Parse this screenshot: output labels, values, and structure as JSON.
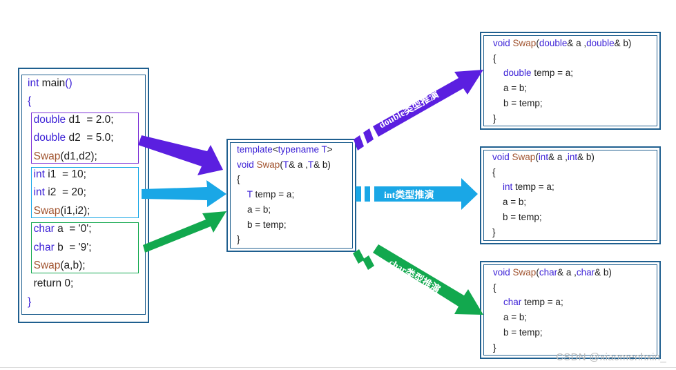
{
  "main_box": {
    "lines": [
      {
        "parts": [
          {
            "t": "int",
            "c": "kw"
          },
          {
            "t": " main",
            "c": ""
          },
          {
            "t": "()",
            "c": "kw"
          }
        ]
      },
      {
        "parts": [
          {
            "t": "{",
            "c": "kw"
          }
        ]
      },
      {
        "parts": [
          {
            "t": "  double",
            "c": "kw"
          },
          {
            "t": " d1  = 2.0;",
            "c": ""
          }
        ]
      },
      {
        "parts": [
          {
            "t": "  double",
            "c": "kw"
          },
          {
            "t": " d2  = 5.0;",
            "c": ""
          }
        ]
      },
      {
        "parts": [
          {
            "t": "  Swap",
            "c": "fn"
          },
          {
            "t": "(d1,d2);",
            "c": ""
          }
        ]
      },
      {
        "parts": [
          {
            "t": "  int",
            "c": "kw"
          },
          {
            "t": " i1  = 10;",
            "c": ""
          }
        ]
      },
      {
        "parts": [
          {
            "t": "  int",
            "c": "kw"
          },
          {
            "t": " i2  = 20;",
            "c": ""
          }
        ]
      },
      {
        "parts": [
          {
            "t": "  Swap",
            "c": "fn"
          },
          {
            "t": "(i1,i2);",
            "c": ""
          }
        ]
      },
      {
        "parts": [
          {
            "t": "  char",
            "c": "kw"
          },
          {
            "t": " a  = '0';",
            "c": ""
          }
        ]
      },
      {
        "parts": [
          {
            "t": "  char",
            "c": "kw"
          },
          {
            "t": " b  = '9';",
            "c": ""
          }
        ]
      },
      {
        "parts": [
          {
            "t": "  Swap",
            "c": "fn"
          },
          {
            "t": "(a,b);",
            "c": ""
          }
        ]
      },
      {
        "parts": [
          {
            "t": "  return 0;",
            "c": ""
          }
        ]
      },
      {
        "parts": [
          {
            "t": "}",
            "c": "kw"
          }
        ]
      }
    ]
  },
  "template_box": {
    "lines": [
      {
        "parts": [
          {
            "t": "template",
            "c": "kw"
          },
          {
            "t": "<",
            "c": ""
          },
          {
            "t": "typename",
            "c": "kw"
          },
          {
            "t": " ",
            "c": ""
          },
          {
            "t": "T",
            "c": "kw"
          },
          {
            "t": ">",
            "c": ""
          }
        ]
      },
      {
        "parts": [
          {
            "t": "void",
            "c": "kw"
          },
          {
            "t": " ",
            "c": ""
          },
          {
            "t": "Swap",
            "c": "fn"
          },
          {
            "t": "(",
            "c": ""
          },
          {
            "t": "T",
            "c": "kw"
          },
          {
            "t": "& a ,",
            "c": ""
          },
          {
            "t": "T",
            "c": "kw"
          },
          {
            "t": "& b)",
            "c": ""
          }
        ]
      },
      {
        "parts": [
          {
            "t": "{",
            "c": ""
          }
        ]
      },
      {
        "parts": [
          {
            "t": "    ",
            "c": ""
          },
          {
            "t": "T",
            "c": "kw"
          },
          {
            "t": " temp = a;",
            "c": ""
          }
        ]
      },
      {
        "parts": [
          {
            "t": "    a = b;",
            "c": ""
          }
        ]
      },
      {
        "parts": [
          {
            "t": "    b = temp;",
            "c": ""
          }
        ]
      },
      {
        "parts": [
          {
            "t": "}",
            "c": ""
          }
        ]
      }
    ]
  },
  "double_box": {
    "lines": [
      {
        "parts": [
          {
            "t": "void",
            "c": "kw"
          },
          {
            "t": " ",
            "c": ""
          },
          {
            "t": "Swap",
            "c": "fn"
          },
          {
            "t": "(",
            "c": ""
          },
          {
            "t": "double",
            "c": "kw"
          },
          {
            "t": "& a ,",
            "c": ""
          },
          {
            "t": "double",
            "c": "kw"
          },
          {
            "t": "& b)",
            "c": ""
          }
        ]
      },
      {
        "parts": [
          {
            "t": "{",
            "c": ""
          }
        ]
      },
      {
        "parts": [
          {
            "t": "    ",
            "c": ""
          },
          {
            "t": "double",
            "c": "kw"
          },
          {
            "t": " temp = a;",
            "c": ""
          }
        ]
      },
      {
        "parts": [
          {
            "t": "    a = b;",
            "c": ""
          }
        ]
      },
      {
        "parts": [
          {
            "t": "    b = temp;",
            "c": ""
          }
        ]
      },
      {
        "parts": [
          {
            "t": "}",
            "c": ""
          }
        ]
      }
    ]
  },
  "int_box": {
    "lines": [
      {
        "parts": [
          {
            "t": "void",
            "c": "kw"
          },
          {
            "t": " ",
            "c": ""
          },
          {
            "t": "Swap",
            "c": "fn"
          },
          {
            "t": "(",
            "c": ""
          },
          {
            "t": "int",
            "c": "kw"
          },
          {
            "t": "& a ,",
            "c": ""
          },
          {
            "t": "int",
            "c": "kw"
          },
          {
            "t": "& b)",
            "c": ""
          }
        ]
      },
      {
        "parts": [
          {
            "t": "{",
            "c": ""
          }
        ]
      },
      {
        "parts": [
          {
            "t": "    ",
            "c": ""
          },
          {
            "t": "int",
            "c": "kw"
          },
          {
            "t": " temp = a;",
            "c": ""
          }
        ]
      },
      {
        "parts": [
          {
            "t": "    a = b;",
            "c": ""
          }
        ]
      },
      {
        "parts": [
          {
            "t": "    b = temp;",
            "c": ""
          }
        ]
      },
      {
        "parts": [
          {
            "t": "}",
            "c": ""
          }
        ]
      }
    ]
  },
  "char_box": {
    "lines": [
      {
        "parts": [
          {
            "t": "void",
            "c": "kw"
          },
          {
            "t": " ",
            "c": ""
          },
          {
            "t": "Swap",
            "c": "fn"
          },
          {
            "t": "(",
            "c": ""
          },
          {
            "t": "char",
            "c": "kw"
          },
          {
            "t": "& a ,",
            "c": ""
          },
          {
            "t": "char",
            "c": "kw"
          },
          {
            "t": "& b)",
            "c": ""
          }
        ]
      },
      {
        "parts": [
          {
            "t": "{",
            "c": ""
          }
        ]
      },
      {
        "parts": [
          {
            "t": "    ",
            "c": ""
          },
          {
            "t": "char",
            "c": "kw"
          },
          {
            "t": " temp = a;",
            "c": ""
          }
        ]
      },
      {
        "parts": [
          {
            "t": "    a = b;",
            "c": ""
          }
        ]
      },
      {
        "parts": [
          {
            "t": "    b = temp;",
            "c": ""
          }
        ]
      },
      {
        "parts": [
          {
            "t": "}",
            "c": ""
          }
        ]
      }
    ]
  },
  "deduction_labels": {
    "double": "double类型推演",
    "int": "int类型推演",
    "char": "char类型推演"
  },
  "watermark": "CSDN @xiaomenhxin_",
  "colors": {
    "keyword": "#3a1fd6",
    "function": "#a0522d",
    "double_group": "#7b2fd6",
    "int_group": "#1aa7e6",
    "char_group": "#12a84e",
    "box_border": "#1f5f8f"
  }
}
